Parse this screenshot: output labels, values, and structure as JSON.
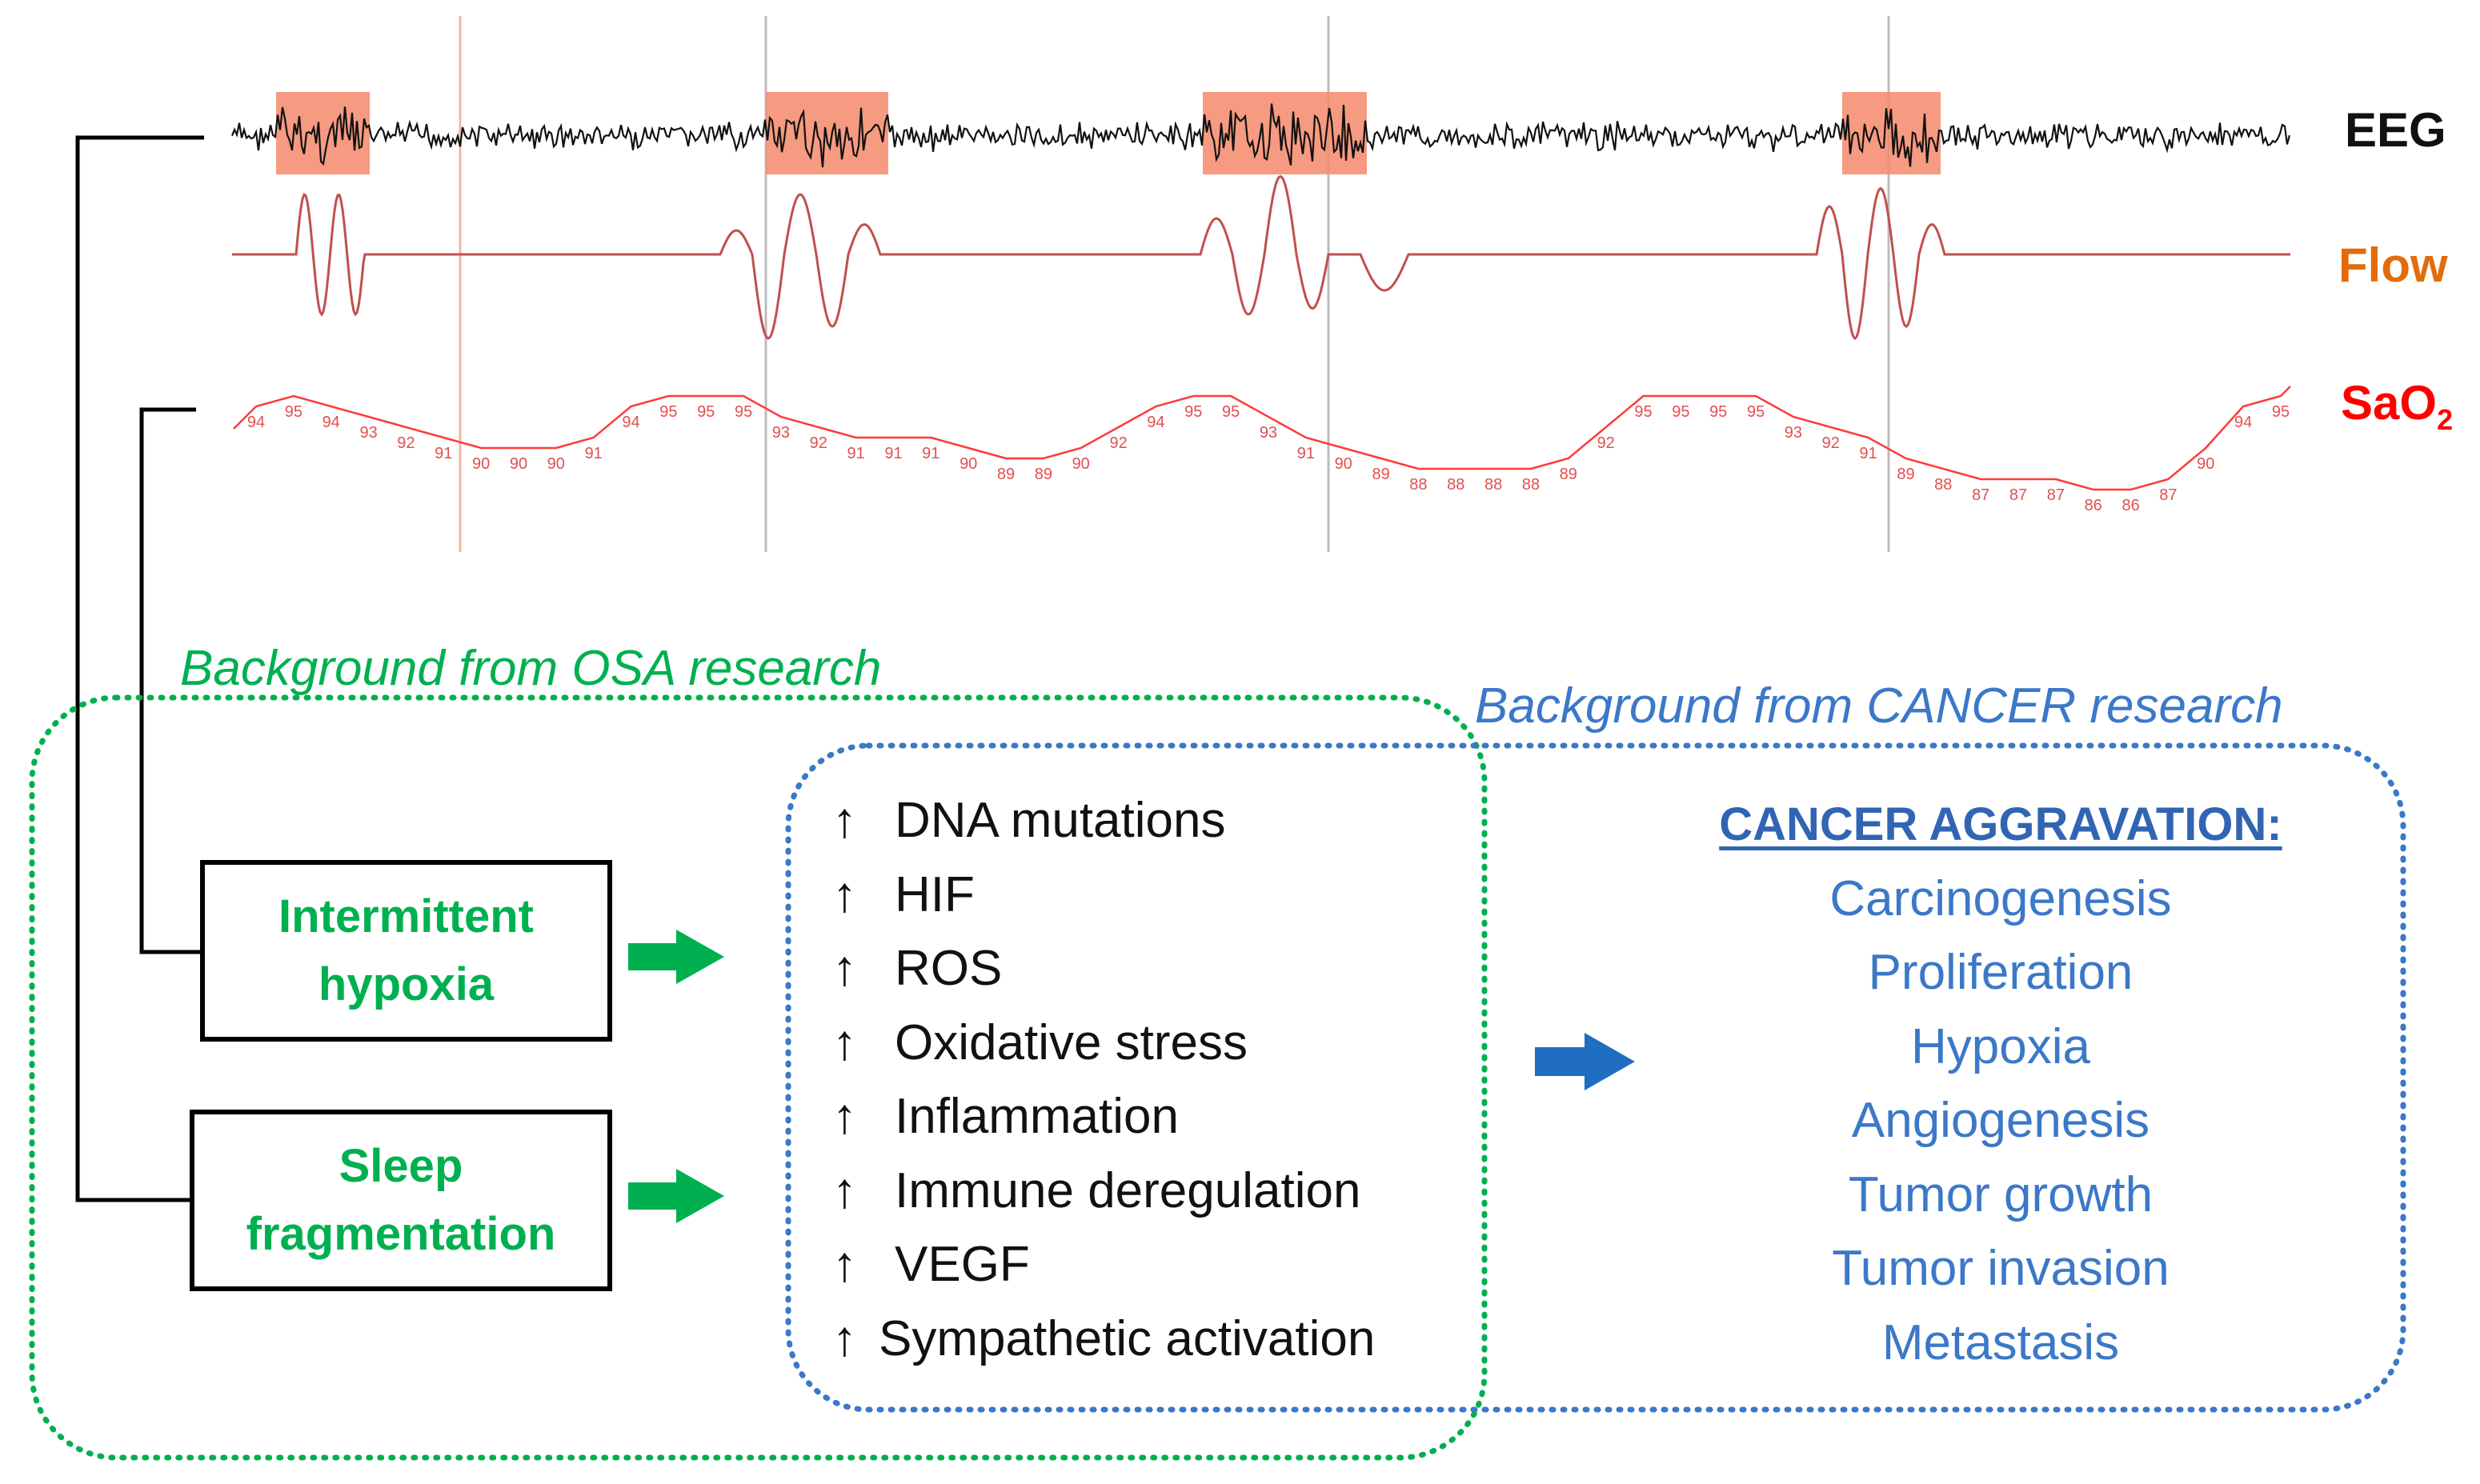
{
  "traces": {
    "eeg_label": "EEG",
    "flow_label": "Flow",
    "sao2_label_main": "SaO",
    "sao2_label_sub": "2",
    "sao2_values": [
      94,
      95,
      94,
      93,
      92,
      91,
      90,
      90,
      90,
      91,
      94,
      95,
      95,
      95,
      93,
      92,
      91,
      91,
      91,
      90,
      89,
      89,
      90,
      92,
      94,
      95,
      95,
      93,
      91,
      90,
      89,
      88,
      88,
      88,
      88,
      89,
      92,
      95,
      95,
      95,
      95,
      93,
      92,
      91,
      89,
      88,
      87,
      87,
      87,
      86,
      86,
      87,
      90,
      94,
      95
    ]
  },
  "regions": {
    "osa_title": "Background from OSA research",
    "cancer_title": "Background from CANCER research"
  },
  "causes": [
    {
      "line1": "Intermittent",
      "line2": "hypoxia"
    },
    {
      "line1": "Sleep",
      "line2": "fragmentation"
    }
  ],
  "effects": [
    {
      "arrow": "↑",
      "label": "DNA mutations"
    },
    {
      "arrow": "↑",
      "label": "HIF"
    },
    {
      "arrow": "↑",
      "label": "ROS"
    },
    {
      "arrow": "↑",
      "label": "Oxidative stress"
    },
    {
      "arrow": "↑",
      "label": "Inflammation"
    },
    {
      "arrow": "↑",
      "label": "Immune deregulation"
    },
    {
      "arrow": "↑",
      "label": "VEGF"
    },
    {
      "arrow": "↑",
      "label": "Sympathetic activation"
    }
  ],
  "outcomes": {
    "heading": "CANCER AGGRAVATION:",
    "items": [
      "Carcinogenesis",
      "Proliferation",
      "Hypoxia",
      "Angiogenesis",
      "Tumor growth",
      "Tumor invasion",
      "Metastasis"
    ]
  },
  "colors": {
    "eeg": "#111111",
    "flow": "#c0504d",
    "flow_label": "#e36c0a",
    "sao2": "#ff0000",
    "arousal_highlight": "#f4896b",
    "osa_green": "#00b050",
    "cancer_blue": "#3b78c8",
    "arrow_blue": "#1f6ec1"
  }
}
